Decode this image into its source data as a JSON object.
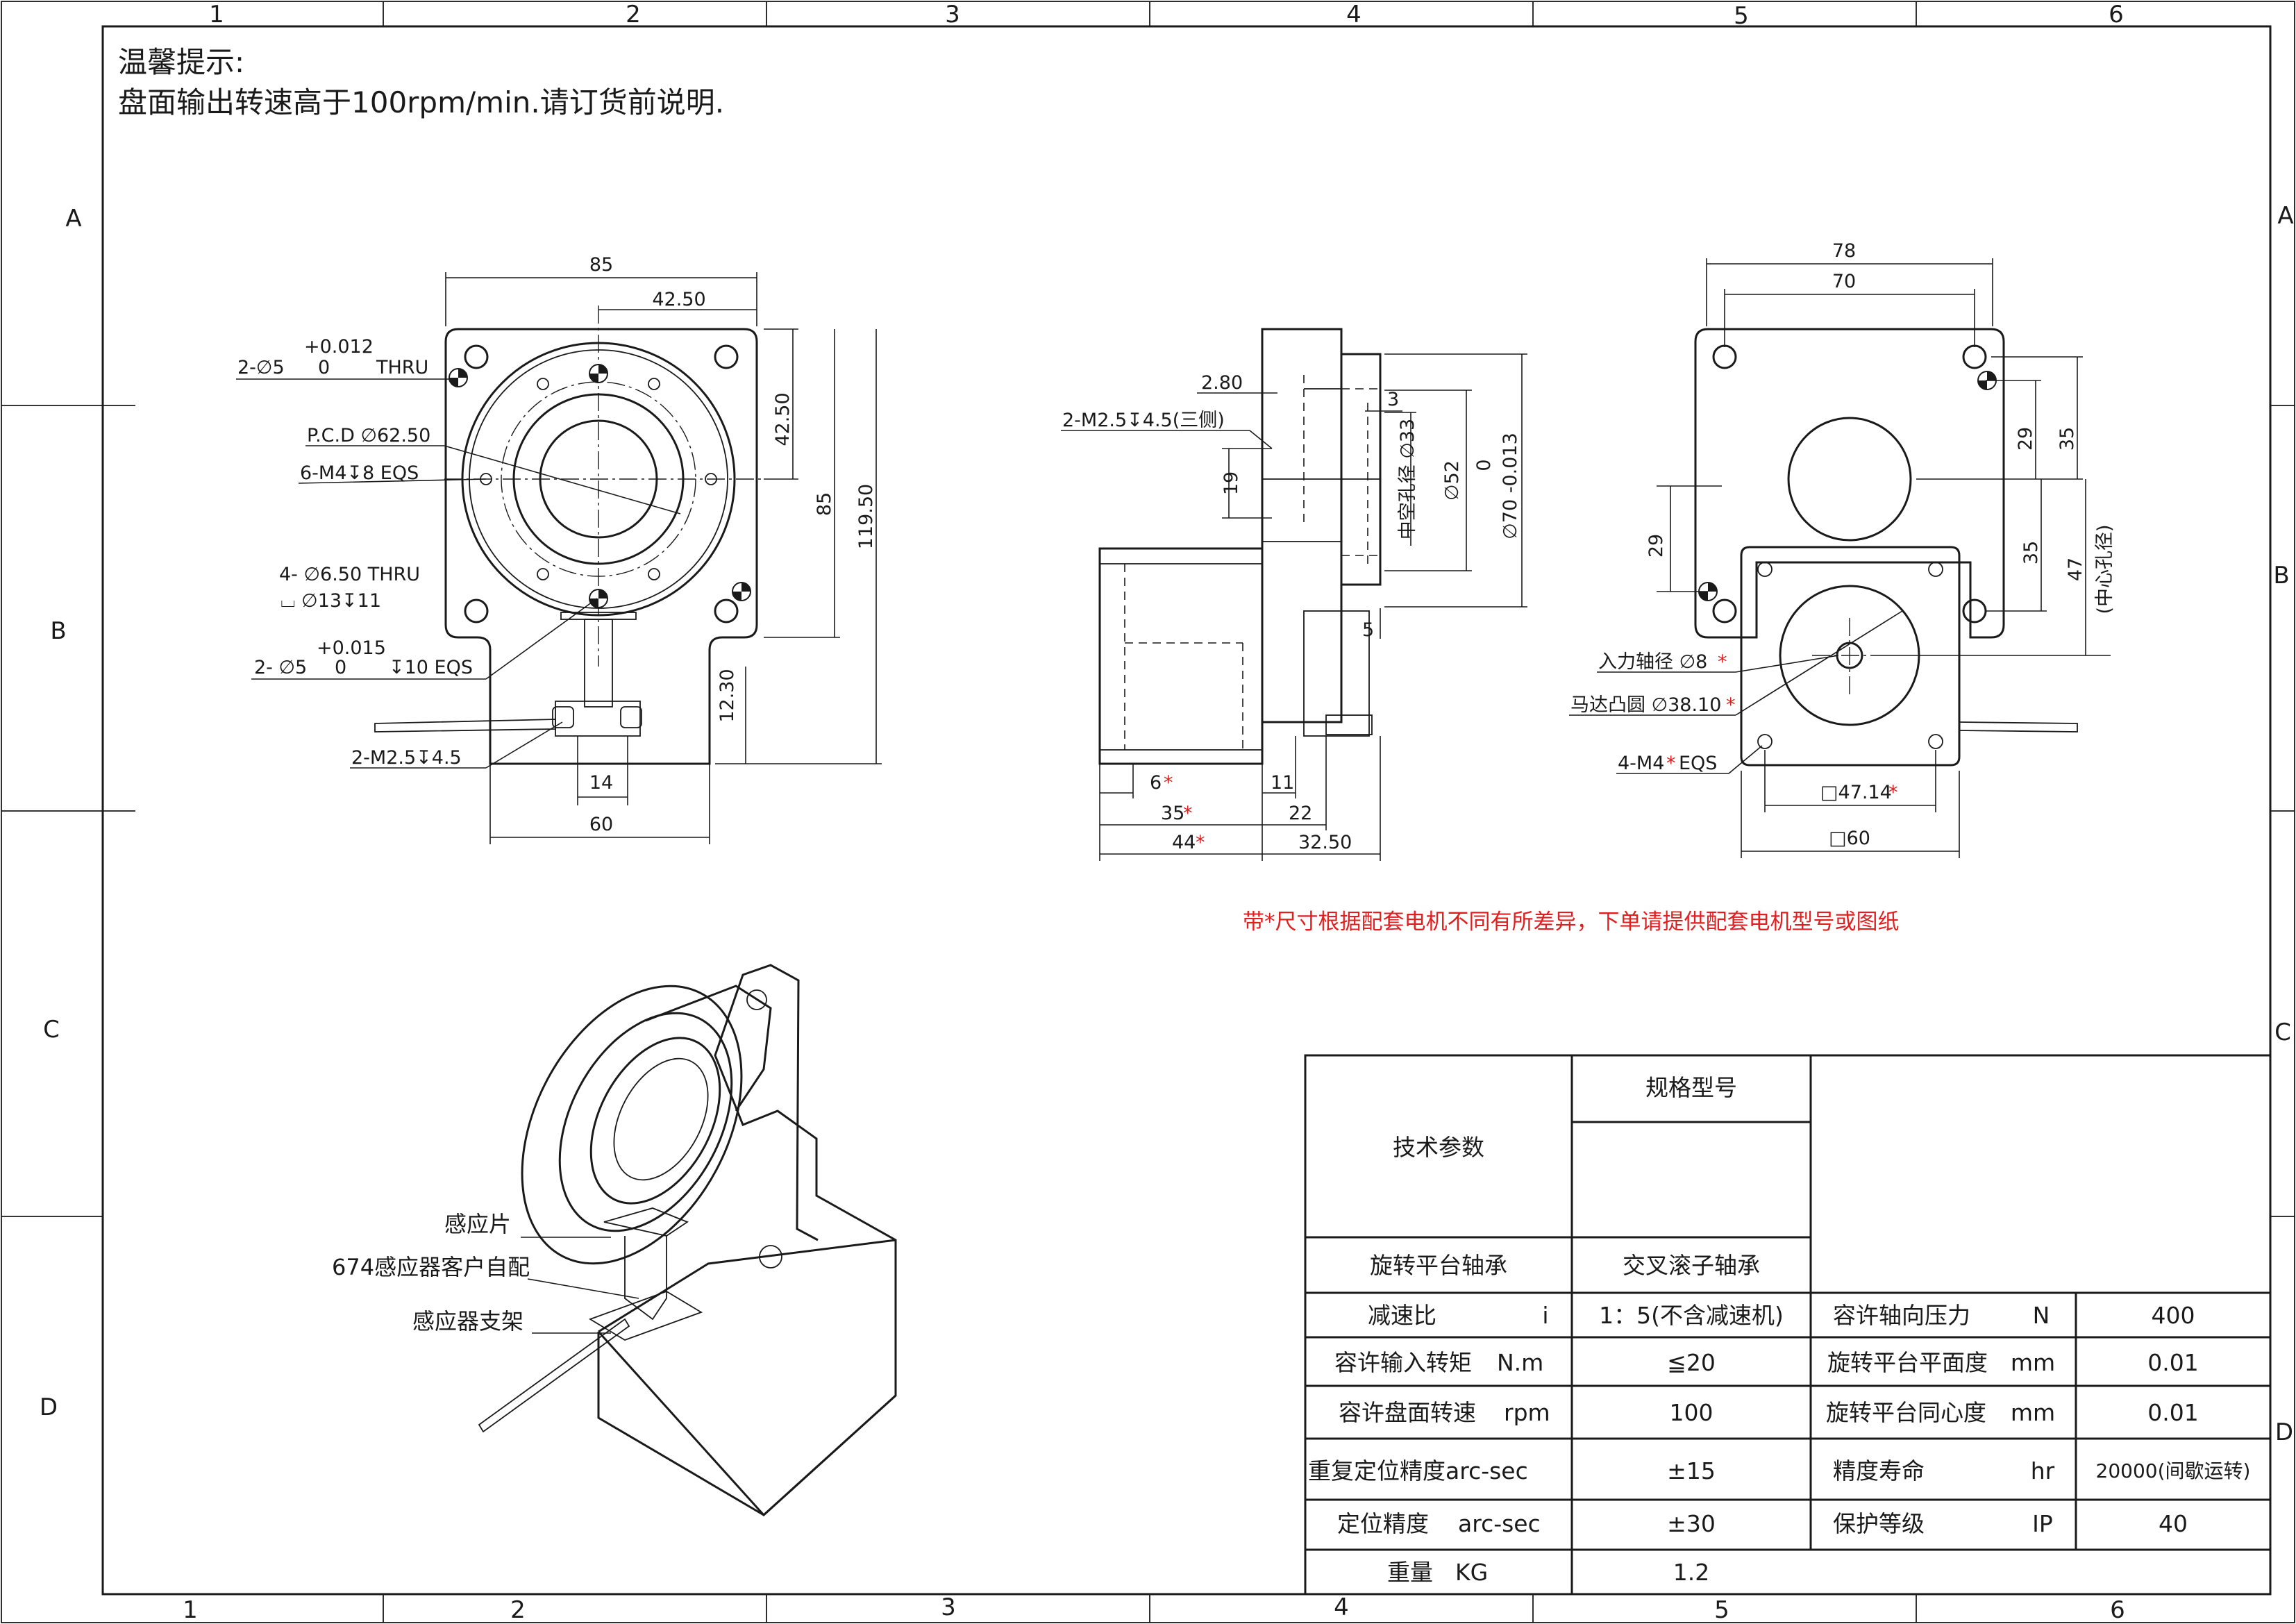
{
  "notice": {
    "title": "温馨提示:",
    "line": "盘面输出转速高于100rpm/min.请订货前说明."
  },
  "border": {
    "columns": [
      "1",
      "2",
      "3",
      "4",
      "5",
      "6"
    ],
    "rows": [
      "A",
      "B",
      "C",
      "D"
    ]
  },
  "front_view": {
    "d_85": "85",
    "d_42_50": "42.50",
    "tol_012": "+0.012",
    "hole_2_5": "2-∅5",
    "tol_zero": "0",
    "thru": "THRU",
    "pcd": "P.C.D ∅62.50",
    "m4": "6-M4↧8 EQS",
    "d_42_50_v": "42.50",
    "d_85_v": "85",
    "d_119_50": "119.50",
    "hole_4_650": "4- ∅6.50 THRU",
    "cbore": "⌴ ∅13↧11",
    "tol_015": "+0.015",
    "hole_2_5b": "2- ∅5",
    "tol_zero2": "0",
    "depth_10": "↧10 EQS",
    "d_12_30": "12.30",
    "m2_5": "2-M2.5↧4.5",
    "d_14": "14",
    "d_60": "60"
  },
  "side_view": {
    "d_2_80": "2.80",
    "m2_5_side": "2-M2.5↧4.5(三侧)",
    "d_3": "3",
    "hollow_33": "中空孔径 ∅33",
    "d_52": "∅52",
    "tol_top": "0",
    "d_70": "∅70 -0.013",
    "d_19": "19",
    "d_5": "5",
    "d_6": "6",
    "d_35": "35",
    "d_44": "44",
    "d_11": "11",
    "d_22": "22",
    "d_32_50": "32.50",
    "star": "*"
  },
  "rear_view": {
    "d_78": "78",
    "d_70": "70",
    "d_29_r": "29",
    "d_35_r": "35",
    "d_29_l": "29",
    "d_35_l": "35",
    "d_47": "47",
    "center_hole": "(中心孔径)",
    "input_shaft": "入力轴径 ∅8",
    "motor_boss": "马达凸圆 ∅38.10",
    "m4_eqs": "4-M4",
    "eqs": "EQS",
    "sq_47": "□47.14",
    "sq_60": "□60",
    "star": "*"
  },
  "note": "带*尺寸根据配套电机不同有所差异，下单请提供配套电机型号或图纸",
  "iso_view": {
    "label_1": "感应片",
    "label_2": "674感应器客户自配",
    "label_3": "感应器支架"
  },
  "table": {
    "header_tech": "技术参数",
    "header_model": "规格型号",
    "bearing_label": "旋转平台轴承",
    "bearing_value": "交叉滚子轴承",
    "rows": [
      {
        "l_name": "减速比",
        "l_unit": "i",
        "l_val": "1：5(不含减速机)",
        "r_name": "容许轴向压力",
        "r_unit": "N",
        "r_val": "400"
      },
      {
        "l_name": "容许输入转矩",
        "l_unit": "N.m",
        "l_val": "≦20",
        "r_name": "旋转平台平面度",
        "r_unit": "mm",
        "r_val": "0.01"
      },
      {
        "l_name": "容许盘面转速",
        "l_unit": "rpm",
        "l_val": "100",
        "r_name": "旋转平台同心度",
        "r_unit": "mm",
        "r_val": "0.01"
      },
      {
        "l_name": "重复定位精度arc-sec",
        "l_unit": "",
        "l_val": "±15",
        "r_name": "精度寿命",
        "r_unit": "hr",
        "r_val": "20000(间歇运转)"
      },
      {
        "l_name": "定位精度",
        "l_unit": "arc-sec",
        "l_val": "±30",
        "r_name": "保护等级",
        "r_unit": "IP",
        "r_val": "40"
      }
    ],
    "weight_name": "重量",
    "weight_unit": "KG",
    "weight_value": "1.2"
  }
}
